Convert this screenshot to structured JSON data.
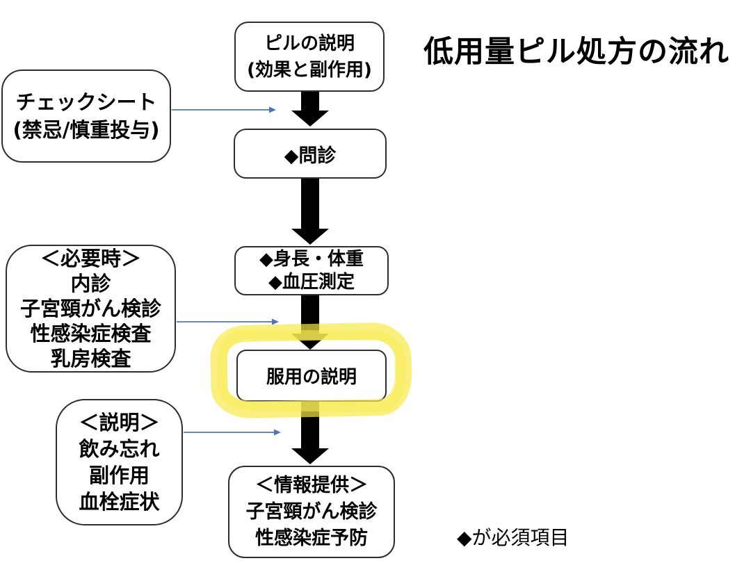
{
  "title": "低用量ピル処方の流れ",
  "legend_note": "◆が必須項目",
  "flow_nodes": {
    "pill_explanation": {
      "line1": "ピルの説明",
      "line2": "(効果と副作用)"
    },
    "interview": {
      "line1": "◆問診"
    },
    "measurements": {
      "line1": "◆身長・体重",
      "line2": "◆血圧測定"
    },
    "dosage_explanation": {
      "line1": "服用の説明"
    },
    "information": {
      "line1": "＜情報提供＞",
      "line2": "子宮頸がん検診",
      "line3": "性感染症予防"
    }
  },
  "side_notes": {
    "check_sheet": {
      "line1": "チェックシート",
      "line2": "(禁忌/慎重投与)"
    },
    "when_needed": {
      "line1": "＜必要時＞",
      "line2": "内診",
      "line3": "子宮頸がん検診",
      "line4": "性感染症検査",
      "line5": "乳房検査"
    },
    "explanation": {
      "line1": "＜説明＞",
      "line2": "飲み忘れ",
      "line3": "副作用",
      "line4": "血栓症状"
    }
  },
  "colors": {
    "flow_arrow": "#000000",
    "connector_arrow": "#4f74b8",
    "highlight": "#f6e948",
    "box_border": "#2d2d2d",
    "text": "#000000",
    "background": "#ffffff"
  }
}
